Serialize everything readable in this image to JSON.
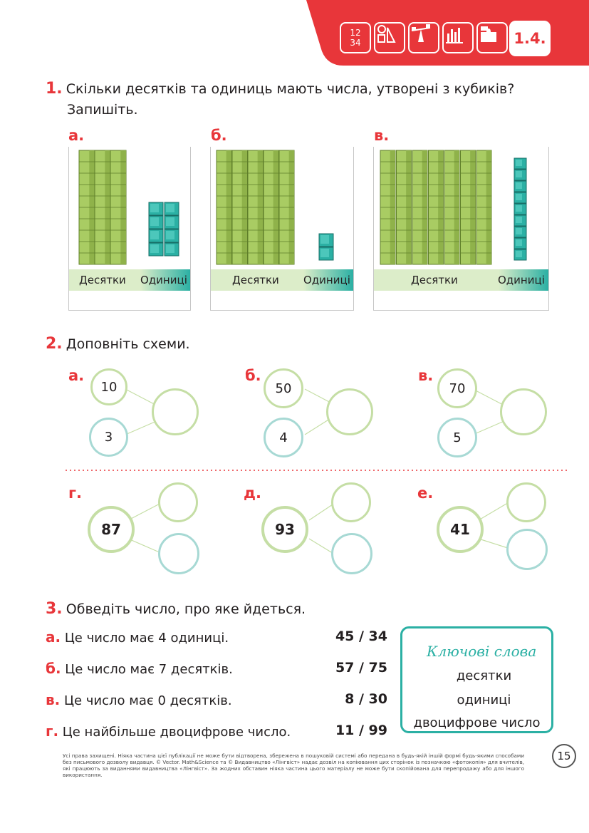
{
  "header": {
    "icons": [
      "numbers-icon",
      "shapes-icon",
      "scales-icon",
      "bar-chart-icon",
      "puzzle-icon"
    ],
    "numbers_icon_text": [
      "12",
      "34"
    ],
    "lesson": "1.4.",
    "color_red": "#e8363a",
    "color_teal": "#2bb0a4"
  },
  "task1": {
    "num": "1.",
    "text_line1": "Скільки десятків та одиниць мають числа, утворені з кубиків?",
    "text_line2": "Запишіть.",
    "panels": [
      {
        "letter": "а.",
        "tens_label": "Десятки",
        "ones_label": "Одиниці",
        "tens": 3,
        "ones": 8
      },
      {
        "letter": "б.",
        "tens_label": "Десятки",
        "ones_label": "Одиниці",
        "tens": 5,
        "ones": 2
      },
      {
        "letter": "в.",
        "tens_label": "Десятки",
        "ones_label": "Одиниці",
        "tens": 7,
        "ones": 9
      }
    ]
  },
  "task2": {
    "num": "2.",
    "text": "Доповніть схеми.",
    "top_schemes": [
      {
        "letter": "а.",
        "tens": "10",
        "ones": "3"
      },
      {
        "letter": "б.",
        "tens": "50",
        "ones": "4"
      },
      {
        "letter": "в.",
        "tens": "70",
        "ones": "5"
      }
    ],
    "bottom_schemes": [
      {
        "letter": "г.",
        "number": "87"
      },
      {
        "letter": "д.",
        "number": "93"
      },
      {
        "letter": "е.",
        "number": "41"
      }
    ]
  },
  "task3": {
    "num": "3.",
    "text": "Обведіть число, про яке йдеться.",
    "rows": [
      {
        "letter": "а.",
        "text": "Це число має 4 одиниці.",
        "options": "45 / 34"
      },
      {
        "letter": "б.",
        "text": "Це число має 7 десятків.",
        "options": "57 / 75"
      },
      {
        "letter": "в.",
        "text": "Це число має 0 десятків.",
        "options": "8 / 30"
      },
      {
        "letter": "г.",
        "text": "Це найбільше двоцифрове число.",
        "options": "11 / 99"
      }
    ]
  },
  "keywords": {
    "title": "Ключові слова",
    "items": [
      "десятки",
      "одиниці",
      "двоцифрове число"
    ]
  },
  "footer": {
    "text": "Усі права захищені. Ніяка частина цієї публікації не може бути відтворена, збережена в пошуковій системі або передана в будь-якій іншій формі будь-якими способами без письмового дозволу видавця. © Vector. Math&Science та © Видавництво «Лінгвіст» надає дозвіл на копіювання цих сторінок із позначкою «фотокопія» для вчителів, які працюють за виданнями видавництва «Лінгвіст». За жодних обставин ніяка частина цього матеріалу не може бути скопійована для перепродажу або для іншого використання.",
    "page": "15"
  }
}
